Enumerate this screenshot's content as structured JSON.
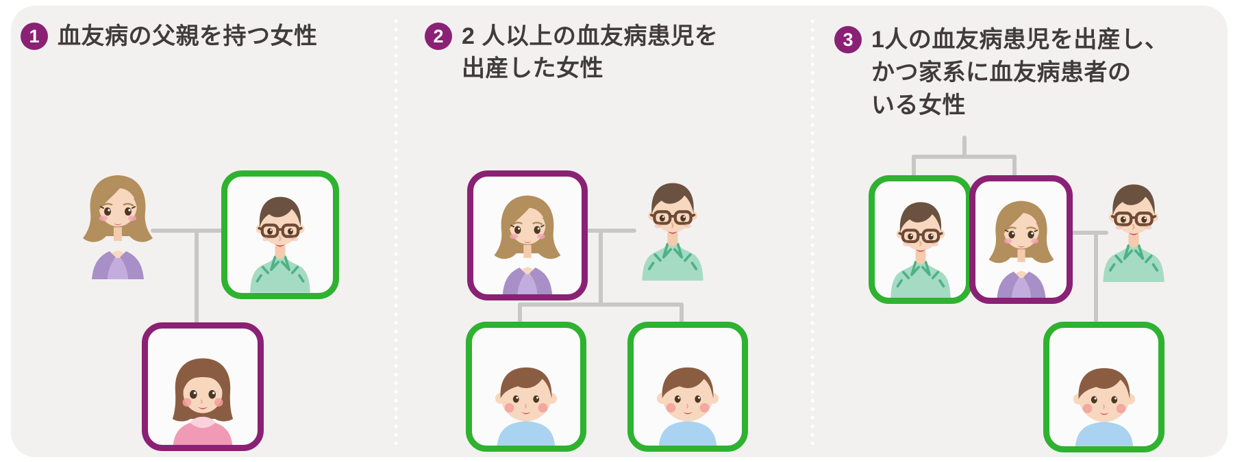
{
  "figure": {
    "background": "#ffffff",
    "board_background": "#f2f1f0",
    "language": "ja"
  },
  "colors": {
    "hemophilia_patient_outline_green": "#2eb230",
    "carrier_outline_purple": "#8a2174",
    "badge_background": "#8a2174",
    "badge_number": "#ffffff",
    "connector_line": "#c8c7c6",
    "title_text": "#413c3a",
    "divider_dots": "#ffffff"
  },
  "panels": [
    {
      "badge": "1",
      "title_lines": [
        "血友病の父親を持つ女性"
      ],
      "members": [
        {
          "role": "mother",
          "avatar": "woman",
          "outline": "none"
        },
        {
          "role": "father",
          "avatar": "man-glasses",
          "outline": "green"
        },
        {
          "role": "daughter",
          "avatar": "girl",
          "outline": "purple"
        }
      ]
    },
    {
      "badge": "2",
      "title_lines": [
        "2 人以上の血友病患児を",
        "出産した女性"
      ],
      "members": [
        {
          "role": "mother",
          "avatar": "woman",
          "outline": "purple"
        },
        {
          "role": "father",
          "avatar": "man-glasses",
          "outline": "none"
        },
        {
          "role": "son-1",
          "avatar": "boy",
          "outline": "green"
        },
        {
          "role": "son-2",
          "avatar": "boy",
          "outline": "green"
        }
      ]
    },
    {
      "badge": "3",
      "title_lines": [
        "1人の血友病患児を出産し、",
        "かつ家系に血友病患者の",
        "いる女性"
      ],
      "members": [
        {
          "role": "brother-of-mother",
          "avatar": "man-glasses",
          "outline": "green"
        },
        {
          "role": "mother",
          "avatar": "woman",
          "outline": "purple"
        },
        {
          "role": "father",
          "avatar": "man-glasses",
          "outline": "none"
        },
        {
          "role": "son",
          "avatar": "boy",
          "outline": "green"
        }
      ]
    }
  ]
}
